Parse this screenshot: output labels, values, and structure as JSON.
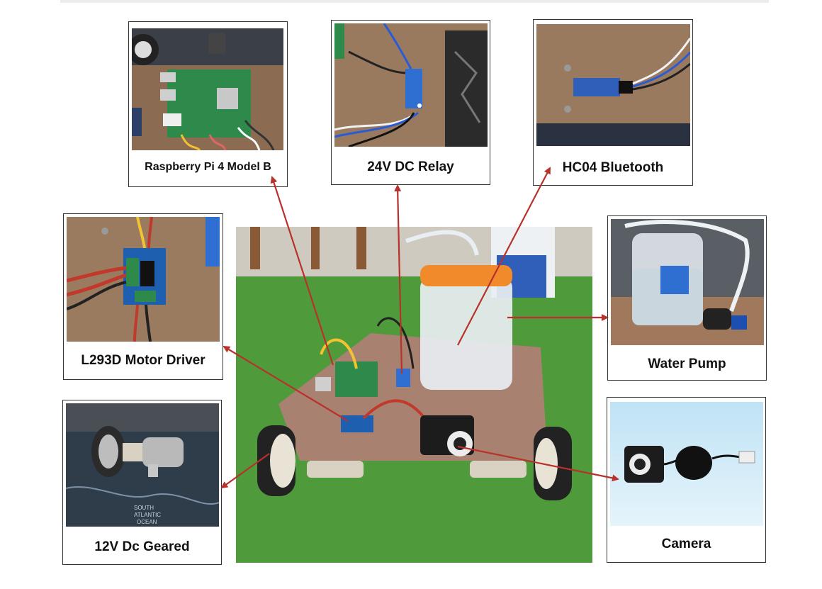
{
  "components": [
    {
      "id": "raspberry-pi",
      "label": "Raspberry Pi 4 Model B",
      "icon": "raspberry-pi-board-photo"
    },
    {
      "id": "relay",
      "label": "24V DC Relay",
      "icon": "relay-module-photo"
    },
    {
      "id": "bluetooth",
      "label": "HC04 Bluetooth",
      "icon": "bluetooth-module-photo"
    },
    {
      "id": "motor-driver",
      "label": "L293D Motor Driver",
      "icon": "motor-driver-photo"
    },
    {
      "id": "water-pump",
      "label": "Water Pump",
      "icon": "water-pump-photo"
    },
    {
      "id": "geared-motor",
      "label": "12V Dc Geared",
      "icon": "geared-motor-photo"
    },
    {
      "id": "camera",
      "label": "Camera",
      "icon": "usb-camera-photo"
    }
  ],
  "center_photo": {
    "icon": "robot-car-assembly-photo"
  },
  "colors": {
    "arrow": "#b8312a",
    "border": "#333333",
    "board": "#a98170",
    "grass": "#4f9a3a",
    "tank_lid": "#f08a2a"
  }
}
